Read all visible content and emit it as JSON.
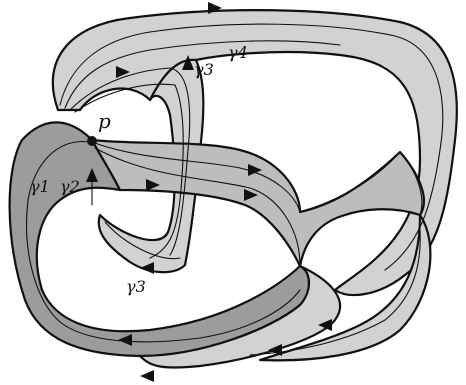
{
  "figure": {
    "point_label": "p",
    "curve_labels": {
      "gamma1": "γ1",
      "gamma2": "γ2",
      "gamma3_top": "γ3",
      "gamma3_bottom": "γ3",
      "gamma4": "γ4"
    },
    "colors": {
      "band_light": "#d2d2d2",
      "band_mid": "#bdbdbd",
      "band_dark": "#9c9c9c",
      "outline": "#111111",
      "background": "#ffffff"
    }
  }
}
